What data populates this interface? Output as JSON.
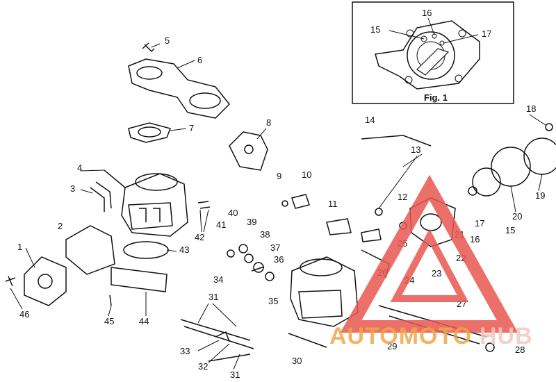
{
  "diagram": {
    "callouts": [
      "1",
      "2",
      "3",
      "4",
      "5",
      "6",
      "7",
      "8",
      "9",
      "10",
      "11",
      "12",
      "13",
      "14",
      "15",
      "16",
      "17",
      "18",
      "19",
      "20",
      "21",
      "22",
      "23",
      "24",
      "25",
      "26",
      "27",
      "28",
      "29",
      "30",
      "31",
      "32",
      "33",
      "34",
      "35",
      "36",
      "37",
      "38",
      "39",
      "40",
      "41",
      "42",
      "43",
      "44",
      "45",
      "46"
    ],
    "inset": {
      "caption": "Fig. 1",
      "callouts": [
        "15",
        "16",
        "17"
      ]
    },
    "extra_callouts": {
      "15b": "15",
      "16b": "16",
      "17b": "17",
      "31b": "31"
    }
  },
  "watermark": {
    "text_a": "AUTOMOTO",
    "text_b": "HUB",
    "color_a": "#f0a64a",
    "color_b": "#f2c9c0",
    "triangle_color": "#e8574f"
  }
}
